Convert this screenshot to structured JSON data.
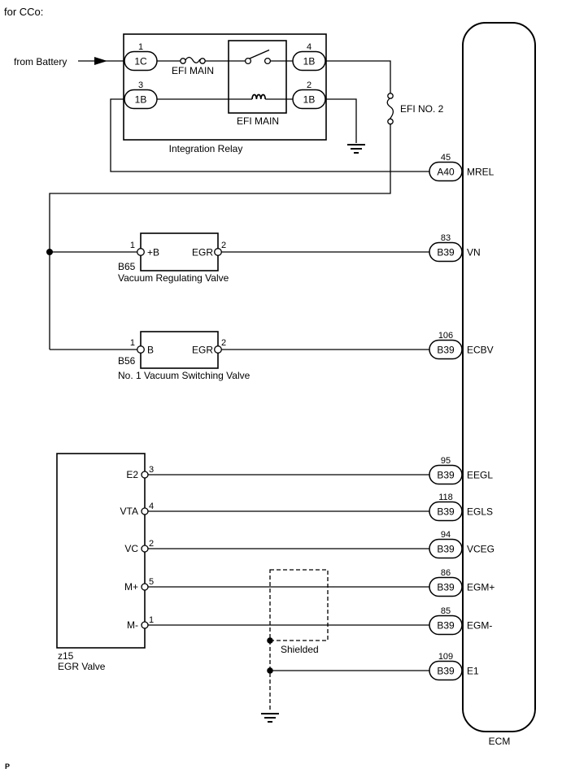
{
  "page_header": "for CCo:",
  "page_footer": "P",
  "battery": {
    "label": "from Battery"
  },
  "integration_relay": {
    "label": "Integration Relay",
    "fuse_efi_main": "EFI MAIN",
    "relay_efi_main": "EFI MAIN",
    "pin1": {
      "num": "1",
      "conn": "1C"
    },
    "pin3": {
      "num": "3",
      "conn": "1B"
    },
    "pin4": {
      "num": "4",
      "conn": "1B"
    },
    "pin2": {
      "num": "2",
      "conn": "1B"
    }
  },
  "fuse_efi_no2": {
    "label": "EFI NO. 2"
  },
  "b65": {
    "code": "B65",
    "name": "Vacuum Regulating Valve",
    "pin1_num": "1",
    "pin1_label": "+B",
    "pin2_num": "2",
    "pin2_label": "EGR"
  },
  "b56": {
    "code": "B56",
    "name": "No. 1 Vacuum Switching Valve",
    "pin1_num": "1",
    "pin1_label": "B",
    "pin2_num": "2",
    "pin2_label": "EGR"
  },
  "egr_valve": {
    "code": "z15",
    "name": "EGR Valve",
    "pins": [
      {
        "label": "E2",
        "num": "3"
      },
      {
        "label": "VTA",
        "num": "4"
      },
      {
        "label": "VC",
        "num": "2"
      },
      {
        "label": "M+",
        "num": "5"
      },
      {
        "label": "M-",
        "num": "1"
      }
    ]
  },
  "shield": {
    "label": "Shielded"
  },
  "ecm": {
    "label": "ECM",
    "pins": [
      {
        "num": "45",
        "conn": "A40",
        "label": "MREL"
      },
      {
        "num": "83",
        "conn": "B39",
        "label": "VN"
      },
      {
        "num": "106",
        "conn": "B39",
        "label": "ECBV"
      },
      {
        "num": "95",
        "conn": "B39",
        "label": "EEGL"
      },
      {
        "num": "118",
        "conn": "B39",
        "label": "EGLS"
      },
      {
        "num": "94",
        "conn": "B39",
        "label": "VCEG"
      },
      {
        "num": "86",
        "conn": "B39",
        "label": "EGM+"
      },
      {
        "num": "85",
        "conn": "B39",
        "label": "EGM-"
      },
      {
        "num": "109",
        "conn": "B39",
        "label": "E1"
      }
    ]
  },
  "colors": {
    "line": "#000000",
    "background": "#ffffff"
  }
}
